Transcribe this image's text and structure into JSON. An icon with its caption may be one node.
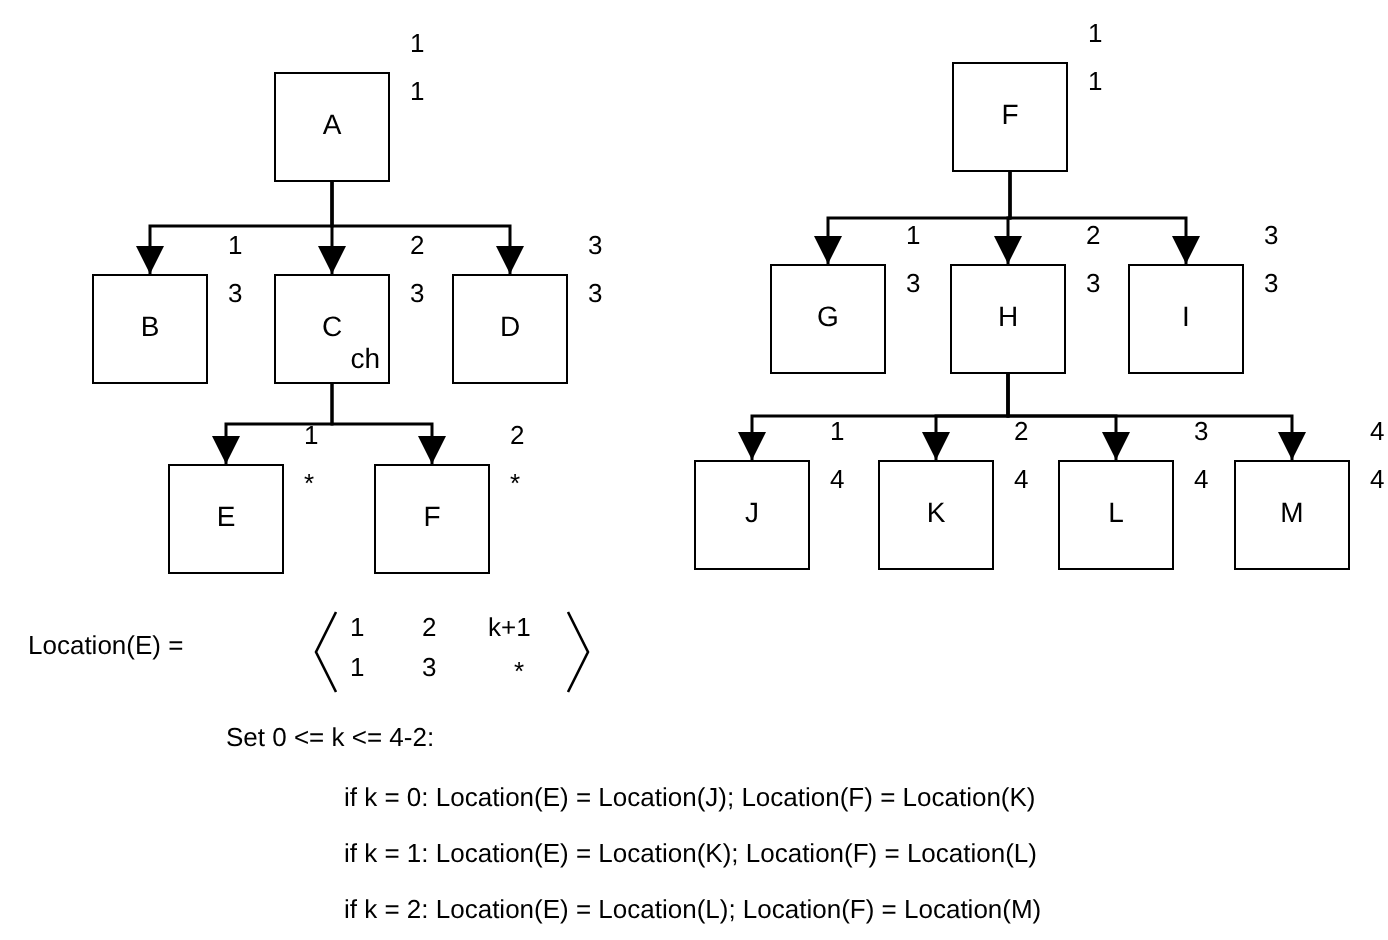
{
  "diagram": {
    "nodes": [
      {
        "text": [
          "A"
        ],
        "beside": [
          "1",
          "1"
        ]
      },
      {
        "text": [
          "B"
        ],
        "beside": [
          "1",
          "3"
        ]
      },
      {
        "text": [
          "C",
          "ch"
        ],
        "beside": [
          "2",
          "3"
        ]
      },
      {
        "text": [
          "D"
        ],
        "beside": [
          "3",
          "3"
        ]
      },
      {
        "text": [
          "E"
        ],
        "beside": [
          "1",
          "*"
        ]
      },
      {
        "text": [
          "F"
        ],
        "beside": [
          "2",
          "*"
        ]
      },
      {
        "text": [
          "F"
        ],
        "beside": [
          "1",
          "1"
        ]
      },
      {
        "text": [
          "G"
        ],
        "beside": [
          "1",
          "3"
        ]
      },
      {
        "text": [
          "H"
        ],
        "beside": [
          "2",
          "3"
        ]
      },
      {
        "text": [
          "I"
        ],
        "beside": [
          "3",
          "3"
        ]
      },
      {
        "text": [
          "J"
        ],
        "beside": [
          "1",
          "4"
        ]
      },
      {
        "text": [
          "K"
        ],
        "beside": [
          "2",
          "4"
        ]
      },
      {
        "text": [
          "L"
        ],
        "beside": [
          "3",
          "4"
        ]
      },
      {
        "text": [
          "M"
        ],
        "beside": [
          "4",
          "4"
        ]
      }
    ],
    "edges": [
      {
        "from": 0,
        "to": 1,
        "arrow": "to"
      },
      {
        "from": 0,
        "to": 2,
        "arrow": "to"
      },
      {
        "from": 0,
        "to": 3,
        "arrow": "to"
      },
      {
        "from": 2,
        "to": 4,
        "arrow": "to"
      },
      {
        "from": 2,
        "to": 5,
        "arrow": "to"
      },
      {
        "from": 6,
        "to": 7,
        "arrow": "to"
      },
      {
        "from": 6,
        "to": 8,
        "arrow": "to"
      },
      {
        "from": 6,
        "to": 9,
        "arrow": "to"
      },
      {
        "from": 8,
        "to": 10,
        "arrow": "to"
      },
      {
        "from": 8,
        "to": 11,
        "arrow": "to"
      },
      {
        "from": 8,
        "to": 12,
        "arrow": "to"
      },
      {
        "from": 8,
        "to": 13,
        "arrow": "to"
      }
    ],
    "labels": [
      "Location(E) =",
      "1",
      "2",
      "k+1",
      "1",
      "3",
      "*",
      "Set 0 <= k <= 4-2:",
      "if k = 0: Location(E) = Location(J); Location(F) = Location(K)",
      "if k = 1: Location(E) = Location(K); Location(F) = Location(L)",
      "if k = 2: Location(E) = Location(L); Location(F) = Location(M)"
    ]
  }
}
